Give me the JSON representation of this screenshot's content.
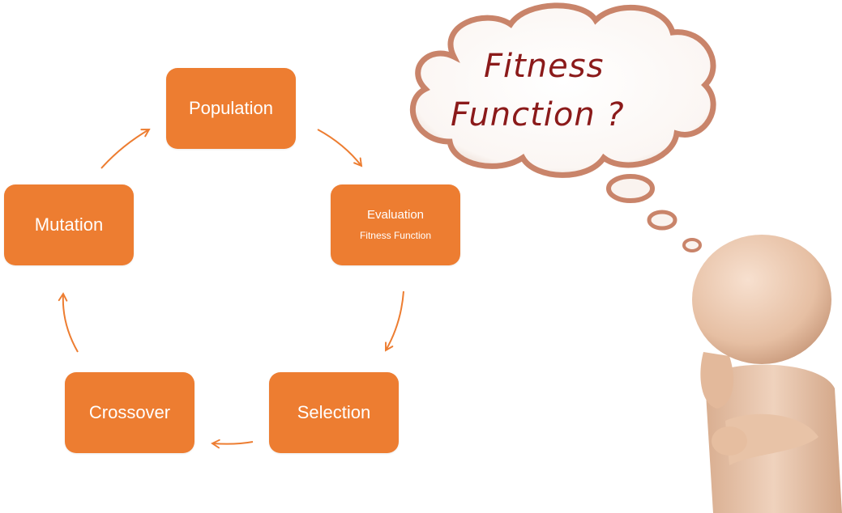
{
  "cycle": {
    "population": "Population",
    "evaluation": "Evaluation",
    "evaluation_sub": "Fitness Function",
    "selection": "Selection",
    "crossover": "Crossover",
    "mutation": "Mutation"
  },
  "thought_bubble": {
    "line1": "Fitness",
    "line2": "Function ?"
  },
  "colors": {
    "node_fill": "#ed7d31",
    "arrow": "#ed7d31",
    "cloud_text": "#8b1a1a",
    "cloud_outline": "#c9846a",
    "figure_skin": "#e9c4a8"
  },
  "icons": [
    "thinking-person-figure",
    "thought-bubble"
  ]
}
